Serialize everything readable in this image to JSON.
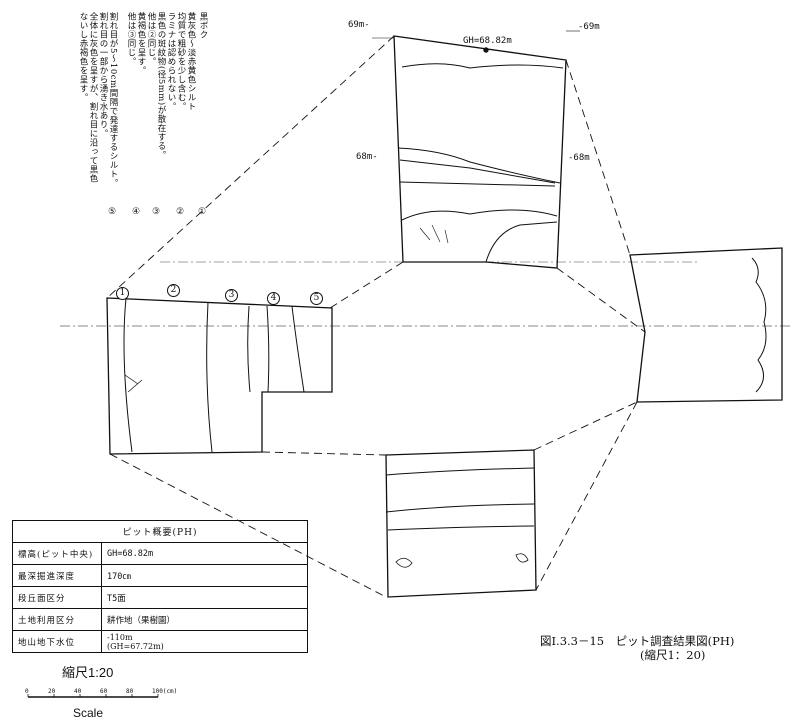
{
  "legend": {
    "items": [
      {
        "num": "①",
        "lines": [
          "黒ボク"
        ]
      },
      {
        "num": "②",
        "lines": [
          "黄灰色～淡赤黄色シルト",
          "均質で粗砂を少し含む。",
          "ラミナは認められない。"
        ]
      },
      {
        "num": "③",
        "lines": [
          "黒色の斑紋物(径5mm)が散在する。",
          "他は②同じ。"
        ]
      },
      {
        "num": "④",
        "lines": [
          "黄褐色を呈す。",
          "他は③同じ。"
        ]
      },
      {
        "num": "⑤",
        "lines": [
          "割れ目が5～10cm間隔で発達するシルト。",
          "割れ目の一部から湧き水あり。",
          "全体に灰色を呈すが、割れ目に沿って黒色",
          "ないし赤褐色を呈す。"
        ]
      }
    ]
  },
  "drawing": {
    "elev_69_left": "69m-",
    "elev_69_right": "-69m",
    "elev_68_left": "68m-",
    "elev_68_right": "-68m",
    "gh_label": "GH=68.82m",
    "layer_markers": [
      "1",
      "2",
      "3",
      "4",
      "5"
    ]
  },
  "summary": {
    "title": "ピット概要(PH)",
    "rows": [
      {
        "key": "標高(ピット中央)",
        "value": "GH=68.82m"
      },
      {
        "key": "最深掘進深度",
        "value": "170㎝"
      },
      {
        "key": "段丘面区分",
        "value": "T5面"
      },
      {
        "key": "土地利用区分",
        "value": "耕作地（果樹園）"
      },
      {
        "key": "地山地下水位",
        "value": "-110m",
        "value2": "(GH=67.72m)"
      }
    ]
  },
  "scale": {
    "title": "縮尺1:20",
    "ticks": [
      "0",
      "20",
      "40",
      "60",
      "80",
      "100(cm)"
    ],
    "word": "Scale"
  },
  "caption": {
    "line1": "図Ⅰ.3.3－15　ピット調査結果図(PH)",
    "line2": "(縮尺1：20)"
  }
}
